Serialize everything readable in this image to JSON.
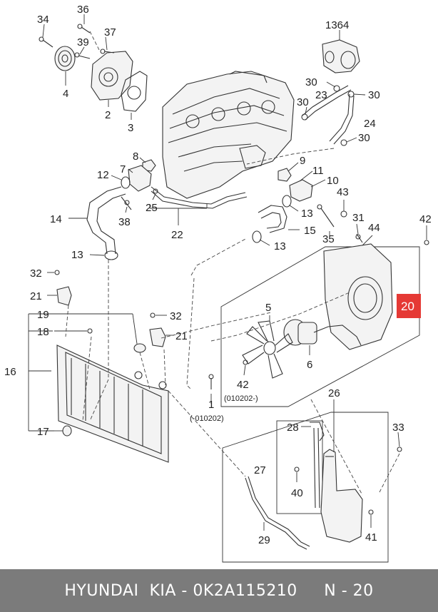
{
  "callouts": {
    "c34": "34",
    "c36": "36",
    "c37": "37",
    "c39": "39",
    "c4": "4",
    "c2": "2",
    "c3": "3",
    "c1364": "1364",
    "c30a": "30",
    "c30b": "30",
    "c30c": "30",
    "c30d": "30",
    "c23": "23",
    "c24": "24",
    "c8": "8",
    "c7": "7",
    "c12": "12",
    "c9": "9",
    "c11": "11",
    "c10": "10",
    "c43": "43",
    "c25": "25",
    "c38": "38",
    "c13a": "13",
    "c13b": "13",
    "c13c": "13",
    "c14": "14",
    "c15": "15",
    "c22": "22",
    "c35": "35",
    "c31": "31",
    "c44": "44",
    "c42a": "42",
    "c42b": "42",
    "c32a": "32",
    "c32b": "32",
    "c21a": "21",
    "c21b": "21",
    "c19": "19",
    "c18": "18",
    "c16": "16",
    "c17": "17",
    "c5": "5",
    "c6": "6",
    "c20": "20",
    "c1": "1",
    "c26": "26",
    "c28": "28",
    "c27": "27",
    "c40": "40",
    "c29": "29",
    "c33": "33",
    "c41": "41"
  },
  "notes": {
    "serial_from": "(010202-)",
    "serial_to": "(-010202)"
  },
  "highlight_color": "#e53935",
  "footer": {
    "text": "HYUNDAI  KIA - 0K2A115210     N - 20"
  }
}
